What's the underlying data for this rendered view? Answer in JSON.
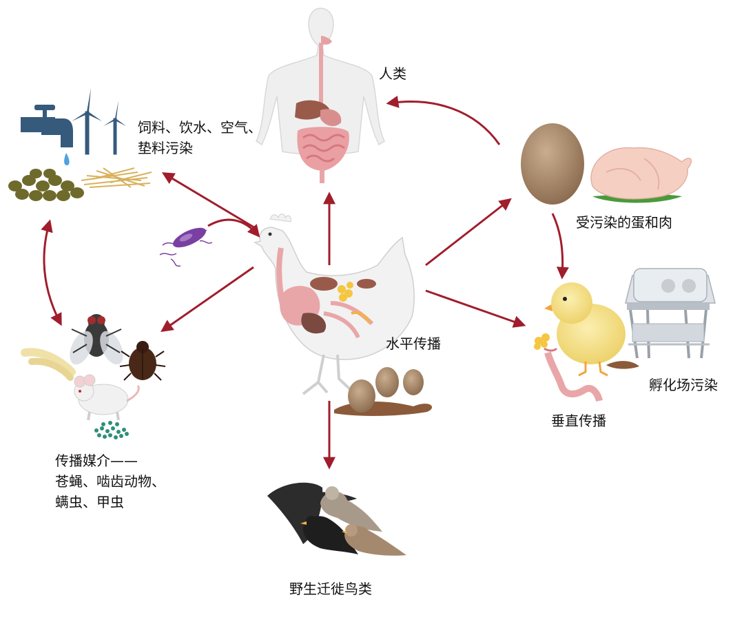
{
  "labels": {
    "humans": "人类",
    "feed_contamination_1": "饲料、饮水、空气、",
    "feed_contamination_2": "垫料污染",
    "contaminated_eggs_meat": "受污染的蛋和肉",
    "horizontal_transmission": "水平传播",
    "hatchery_contamination": "孵化场污染",
    "vertical_transmission": "垂直传播",
    "vectors_1": "传播媒介——",
    "vectors_2": "苍蝇、啮齿动物、",
    "vectors_3": "螨虫、甲虫",
    "wild_birds": "野生迁徙鸟类"
  },
  "colors": {
    "arrow": "#a01d2c",
    "skin": "#ececec",
    "organ_pink": "#e9a6a8",
    "organ_brown": "#9a5a4a",
    "egg": "#a98a6c",
    "chick": "#f4e28a",
    "bacteria": "#7a3fa2",
    "pellet": "#6e6a2c",
    "tap": "#355a7c"
  }
}
